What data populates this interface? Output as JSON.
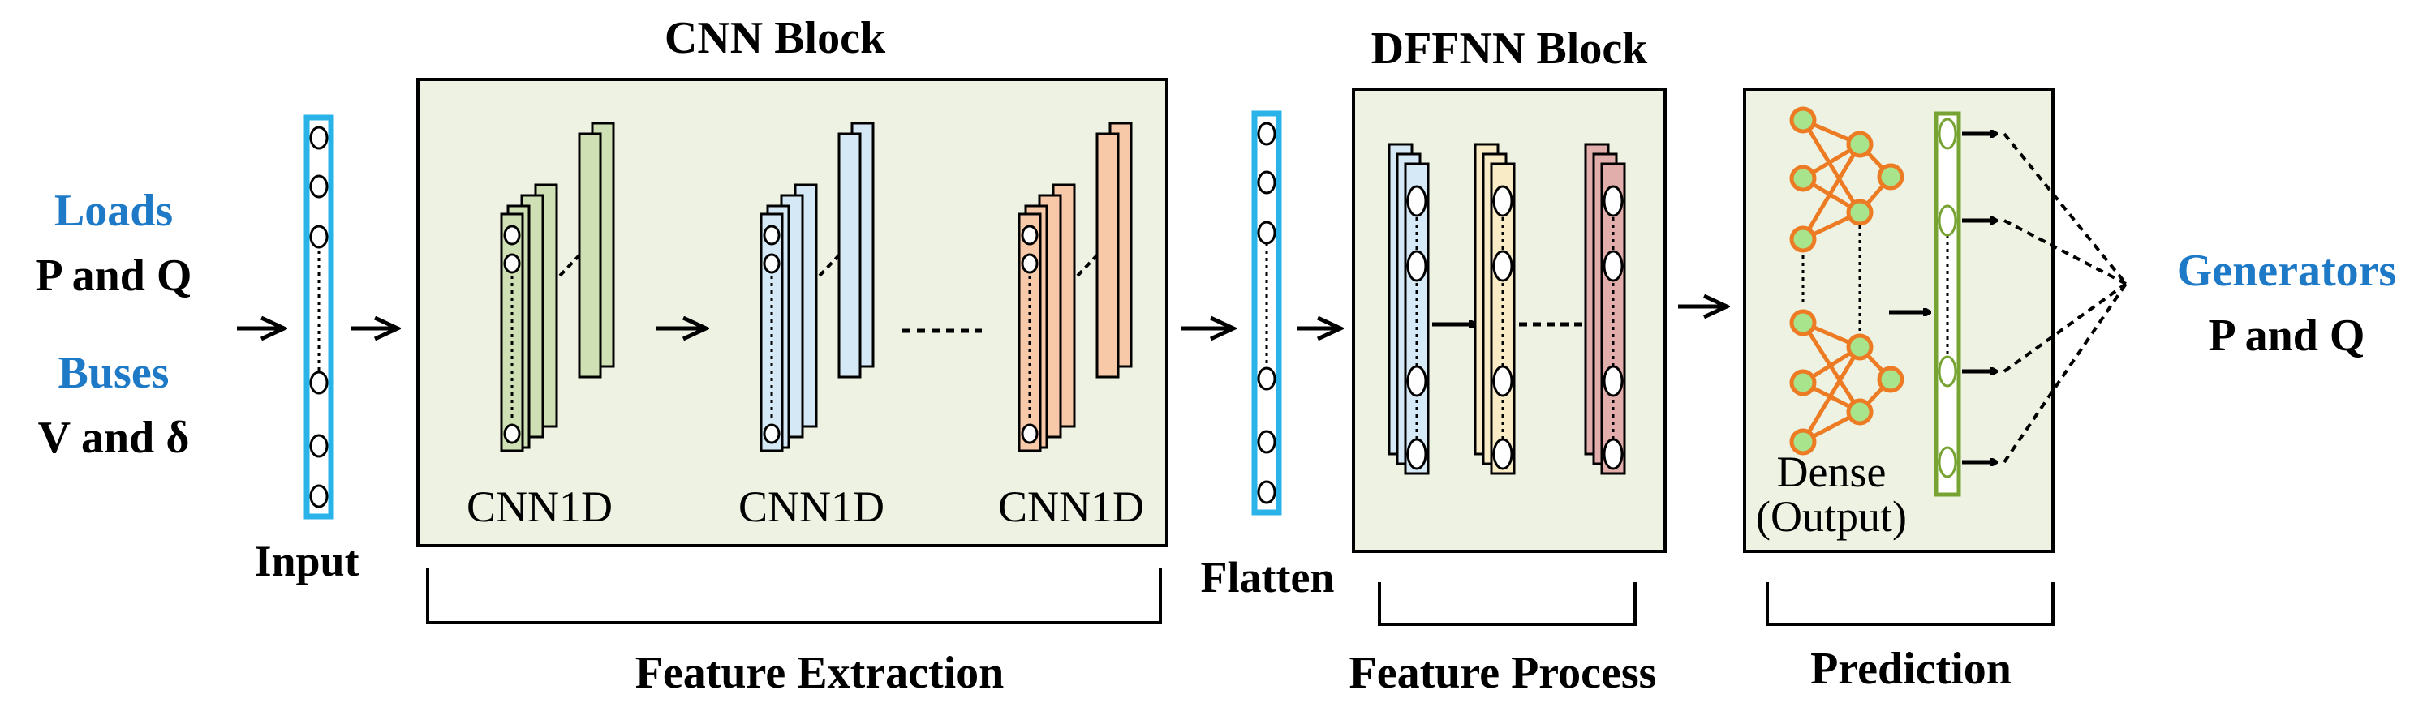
{
  "inputs": {
    "loads_label": "Loads",
    "loads_quantities": "P and Q",
    "buses_label": "Buses",
    "buses_quantities": "V and δ"
  },
  "input_vector_label": "Input",
  "cnn_block": {
    "title": "CNN Block",
    "layer_labels": [
      "CNN1D",
      "CNN1D",
      "CNN1D"
    ]
  },
  "flatten_label": "Flatten",
  "dffnn_block": {
    "title": "DFFNN Block"
  },
  "dense_label_line1": "Dense",
  "dense_label_line2": "(Output)",
  "outputs": {
    "generators_label": "Generators",
    "generators_quantities": "P and Q"
  },
  "stages": {
    "feature_extraction": "Feature Extraction",
    "feature_process": "Feature Process",
    "prediction": "Prediction"
  },
  "colors": {
    "accent_blue": "#1e7ac6",
    "block_bg": "#eef2e2",
    "vector_blue": "#29b3e8",
    "cnn_green": "#cfe0b4",
    "cnn_blue": "#d4e8f5",
    "cnn_orange": "#f7c9a8",
    "dffnn_blue": "#d6e9f6",
    "dffnn_yellow": "#faebc7",
    "dffnn_red": "#e2aeab",
    "net_orange": "#ec7b23",
    "net_node": "#a7e48b",
    "output_green": "#76a332"
  }
}
